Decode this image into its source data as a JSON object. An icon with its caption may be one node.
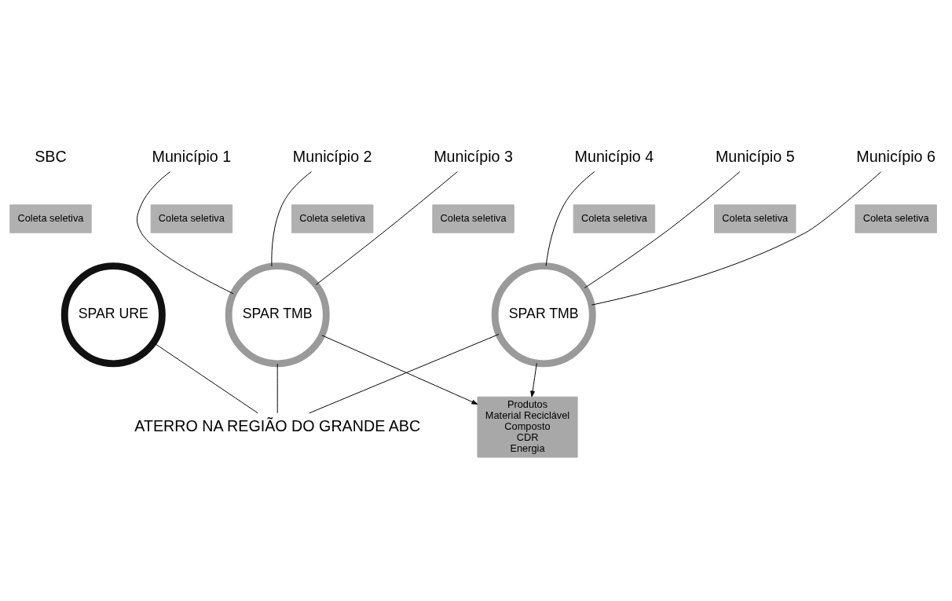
{
  "diagram": {
    "nodes": [
      {
        "text": [
          "SBC"
        ]
      },
      {
        "text": [
          "Município 1"
        ]
      },
      {
        "text": [
          "Município 2"
        ]
      },
      {
        "text": [
          "Município 3"
        ]
      },
      {
        "text": [
          "Município 4"
        ]
      },
      {
        "text": [
          "Município 5"
        ]
      },
      {
        "text": [
          "Município 6"
        ]
      },
      {
        "text": [
          "Coleta seletiva"
        ]
      },
      {
        "text": [
          "Coleta seletiva"
        ]
      },
      {
        "text": [
          "Coleta seletiva"
        ]
      },
      {
        "text": [
          "Coleta seletiva"
        ]
      },
      {
        "text": [
          "Coleta seletiva"
        ]
      },
      {
        "text": [
          "Coleta seletiva"
        ]
      },
      {
        "text": [
          "Coleta seletiva"
        ]
      },
      {
        "text": [
          "SPAR URE"
        ]
      },
      {
        "text": [
          "SPAR TMB"
        ]
      },
      {
        "text": [
          "SPAR TMB"
        ]
      },
      {
        "text": [
          "Produtos",
          "Material Reciclável",
          "Composto",
          "CDR",
          "Energia"
        ]
      },
      {
        "text": [
          "ATERRO NA REGIÃO DO GRANDE ABC"
        ]
      }
    ],
    "edges": [
      {
        "from": 1,
        "to": 15,
        "arrow": "none"
      },
      {
        "from": 2,
        "to": 15,
        "arrow": "none"
      },
      {
        "from": 3,
        "to": 15,
        "arrow": "none"
      },
      {
        "from": 4,
        "to": 16,
        "arrow": "none"
      },
      {
        "from": 5,
        "to": 16,
        "arrow": "none"
      },
      {
        "from": 6,
        "to": 16,
        "arrow": "none"
      },
      {
        "from": 15,
        "to": 17,
        "arrow": "to"
      },
      {
        "from": 16,
        "to": 17,
        "arrow": "to"
      },
      {
        "from": 14,
        "to": 18,
        "arrow": "none"
      },
      {
        "from": 15,
        "to": 18,
        "arrow": "none"
      },
      {
        "from": 16,
        "to": 18,
        "arrow": "none"
      }
    ]
  }
}
